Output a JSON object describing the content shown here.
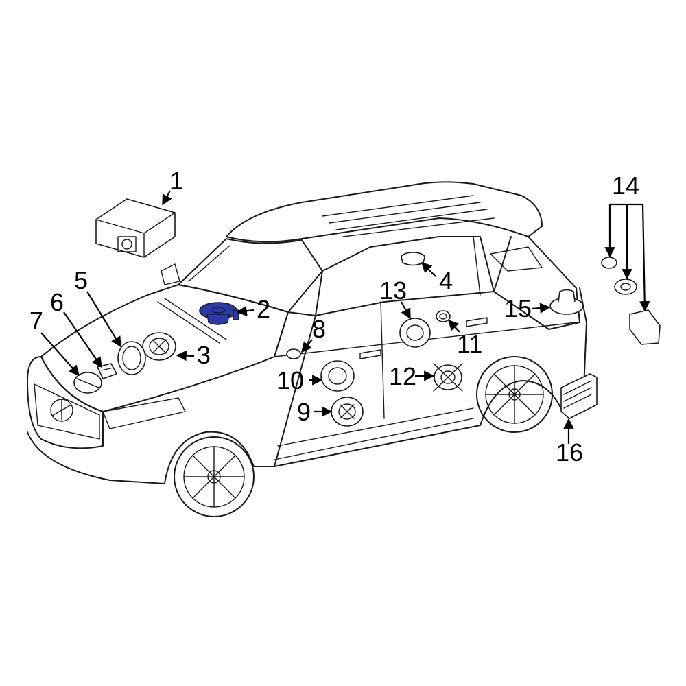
{
  "highlight_color": "#2b3aa8",
  "part_color": "#ffffff",
  "line_color": "#1a1a1a",
  "callouts": [
    {
      "num": "1"
    },
    {
      "num": "2"
    },
    {
      "num": "3"
    },
    {
      "num": "4"
    },
    {
      "num": "5"
    },
    {
      "num": "6"
    },
    {
      "num": "7"
    },
    {
      "num": "8"
    },
    {
      "num": "9"
    },
    {
      "num": "10"
    },
    {
      "num": "11"
    },
    {
      "num": "12"
    },
    {
      "num": "13"
    },
    {
      "num": "14"
    },
    {
      "num": "15"
    },
    {
      "num": "16"
    }
  ],
  "highlighted_part": "2"
}
